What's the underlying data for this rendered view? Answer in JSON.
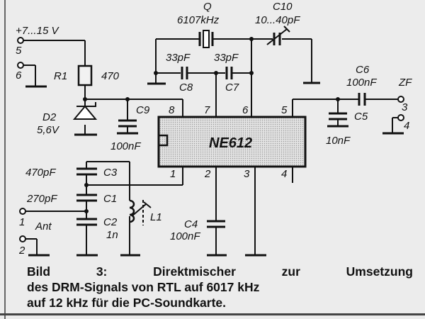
{
  "supply": {
    "label": "+7...15 V",
    "pin_a": "5",
    "pin_b": "6"
  },
  "components": {
    "r1": {
      "ref": "R1",
      "value": "470"
    },
    "d2": {
      "ref": "D2",
      "value": "5,6V"
    },
    "c9": {
      "ref": "C9",
      "value": "100nF"
    },
    "q": {
      "ref": "Q",
      "value": "6107kHz"
    },
    "c10": {
      "ref": "C10",
      "value": "10...40pF"
    },
    "c8": {
      "ref": "C8",
      "value": "33pF"
    },
    "c7": {
      "ref": "C7",
      "value": "33pF"
    },
    "c6": {
      "ref": "C6",
      "value": "100nF"
    },
    "c5": {
      "ref": "C5",
      "value": "10nF"
    },
    "c3": {
      "ref": "C3",
      "value": "470pF"
    },
    "c1": {
      "ref": "C1",
      "value": "270pF"
    },
    "c2": {
      "ref": "C2",
      "value": "1n"
    },
    "l1": {
      "ref": "L1"
    },
    "c4": {
      "ref": "C4",
      "value": "100nF"
    }
  },
  "ic": {
    "name": "NE612",
    "pins": [
      "1",
      "2",
      "3",
      "4",
      "5",
      "6",
      "7",
      "8"
    ]
  },
  "output": {
    "label": "ZF",
    "pin_a": "3",
    "pin_b": "4"
  },
  "antenna": {
    "label": "Ant",
    "pin_a": "1",
    "pin_b": "2"
  },
  "caption": {
    "line1_words": [
      "Bild",
      "3:",
      "Direktmischer",
      "zur",
      "Umsetzung"
    ],
    "line2": "des DRM-Signals von RTL auf 6017 kHz",
    "line3": "auf 12 kHz für die PC-Soundkarte."
  }
}
